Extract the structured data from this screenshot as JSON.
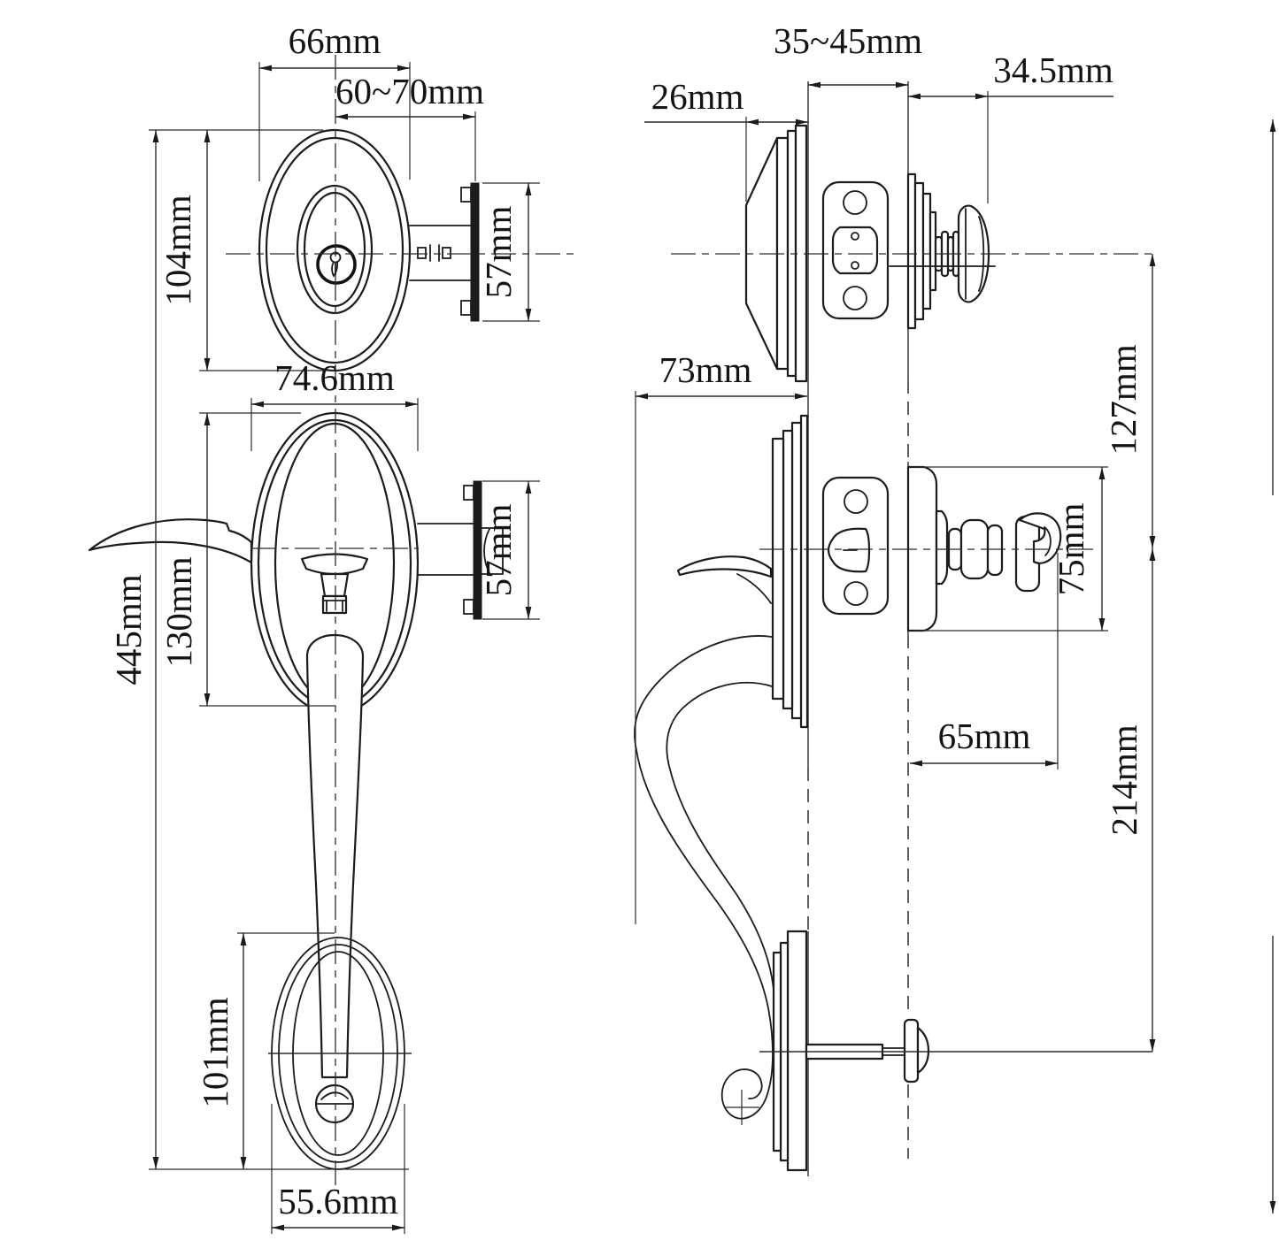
{
  "drawing": {
    "type": "dimensioned engineering drawing",
    "subject": "entry door handleset with deadbolt - front view and side section view",
    "units": "mm",
    "dims": {
      "front_top_width": "66mm",
      "backset": "60~70mm",
      "top_rose_height": "104mm",
      "top_faceplate_height": "57mm",
      "mid_rose_width": "74.6mm",
      "mid_faceplate_height": "57mm",
      "mid_rose_height": "130mm",
      "overall_height": "445mm",
      "bottom_rose_height": "101mm",
      "bottom_rose_width": "55.6mm",
      "door_thickness": "35~45mm",
      "exterior_trim_projection": "26mm",
      "knob_projection": "34.5mm",
      "handle_projection": "73mm",
      "deadbolt_to_lever_spacing": "127mm",
      "interior_rose_height": "75mm",
      "lever_projection": "65mm",
      "lever_to_bottom_spacing": "214mm"
    }
  }
}
